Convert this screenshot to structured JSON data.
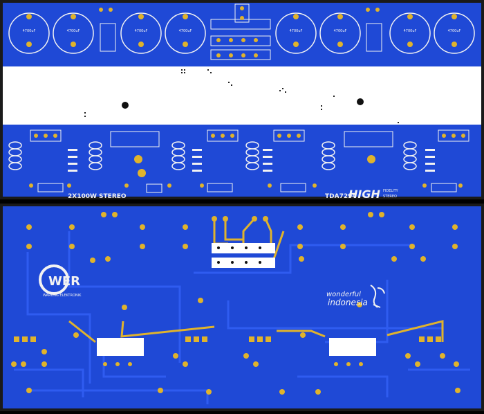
{
  "colors": {
    "board_blue": "#1f49d6",
    "board_blue_dark": "#163aa8",
    "trace_blue": "#2f5cf0",
    "pad_gold": "#e0b32c",
    "silk_white": "#f2f2f2",
    "gap_white": "#ffffff",
    "background": "#1a1a1a"
  },
  "top_board": {
    "title_left": "2X100W STEREO",
    "chip_name": "TDA7294",
    "brand_big": "HIGH",
    "brand_small_1": "FIDELITY",
    "brand_small_2": "STEREO",
    "cap_labels": [
      "4700uF",
      "4700uF",
      "4700uF",
      "4700uF",
      "4700uF",
      "4700uF",
      "4700uF",
      "4700uF"
    ]
  },
  "bottom_board": {
    "logo_text": "WER",
    "logo_subtext": "WARUNG ELEKTRONIK",
    "slogan_1": "wonderful",
    "slogan_2": "indonesia"
  }
}
